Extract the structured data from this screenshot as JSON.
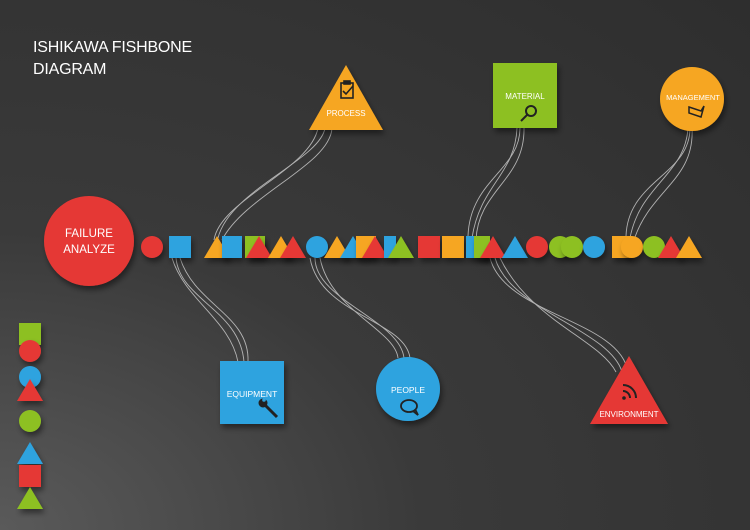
{
  "title": {
    "line1": "ISHIKAWA FISHBONE",
    "line2": "DIAGRAM"
  },
  "head": {
    "label_line1": "FAILURE",
    "label_line2": "ANALYZE"
  },
  "causes": {
    "process": "PROCESS",
    "material": "MATERIAL",
    "management": "MANAGEMENT",
    "equipment": "EQUIPMENT",
    "people": "PEOPLE",
    "environment": "ENVIRONMENT"
  },
  "icons": {
    "process": "clipboard-check-icon",
    "material": "magnifier-icon",
    "management": "megaphone-icon",
    "equipment": "wrench-icon",
    "people": "speech-bubble-icon",
    "environment": "rss-icon"
  },
  "colors": {
    "red": "#e53935",
    "blue": "#2ea3df",
    "orange": "#f6a623",
    "green": "#8dc021",
    "background": "#333333"
  }
}
